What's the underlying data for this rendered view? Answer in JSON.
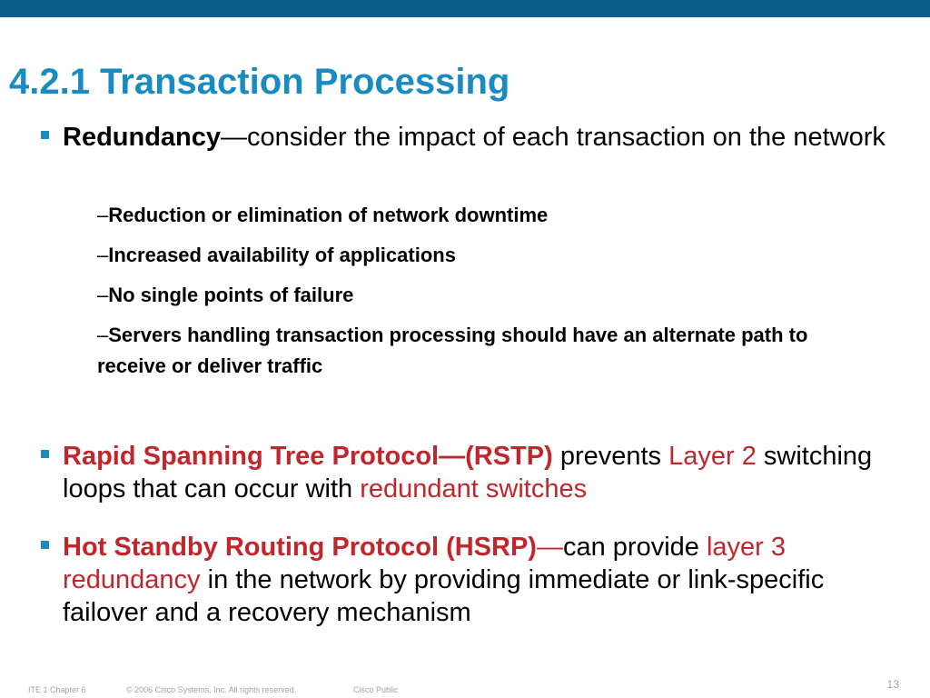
{
  "title": "4.2.1 Transaction Processing",
  "bullets": [
    {
      "lead": "Redundancy",
      "text": "—consider the impact of each transaction on the network",
      "sub": [
        "Reduction or elimination of network downtime",
        "Increased availability of applications",
        "No single points of failure",
        "Servers handling transaction processing should have an alternate path to receive or deliver traffic"
      ]
    },
    {
      "lead": "Rapid Spanning Tree Protocol—(RSTP)",
      "t1": " prevents ",
      "r1": "Layer 2",
      "t2": " switching loops that can occur with ",
      "r2": "redundant switches"
    },
    {
      "lead": "Hot Standby Routing Protocol (HSRP)",
      "dash": "—",
      "t1": "can provide ",
      "r1": "layer 3 redundancy",
      "t2": " in the network by providing immediate or link-specific failover and a recovery mechanism"
    }
  ],
  "footer": {
    "chapter": "ITE 1 Chapter 6",
    "copyright": "© 2006 Cisco Systems, Inc. All rights reserved.",
    "classification": "Cisco Public",
    "page": "13"
  },
  "colors": {
    "top_bar": "#0a5d86",
    "title": "#1a8bc0",
    "bullet": "#1a8bc0",
    "highlight_red": "#c0272d"
  },
  "icons": {
    "bullet": "square-bullet-icon"
  }
}
